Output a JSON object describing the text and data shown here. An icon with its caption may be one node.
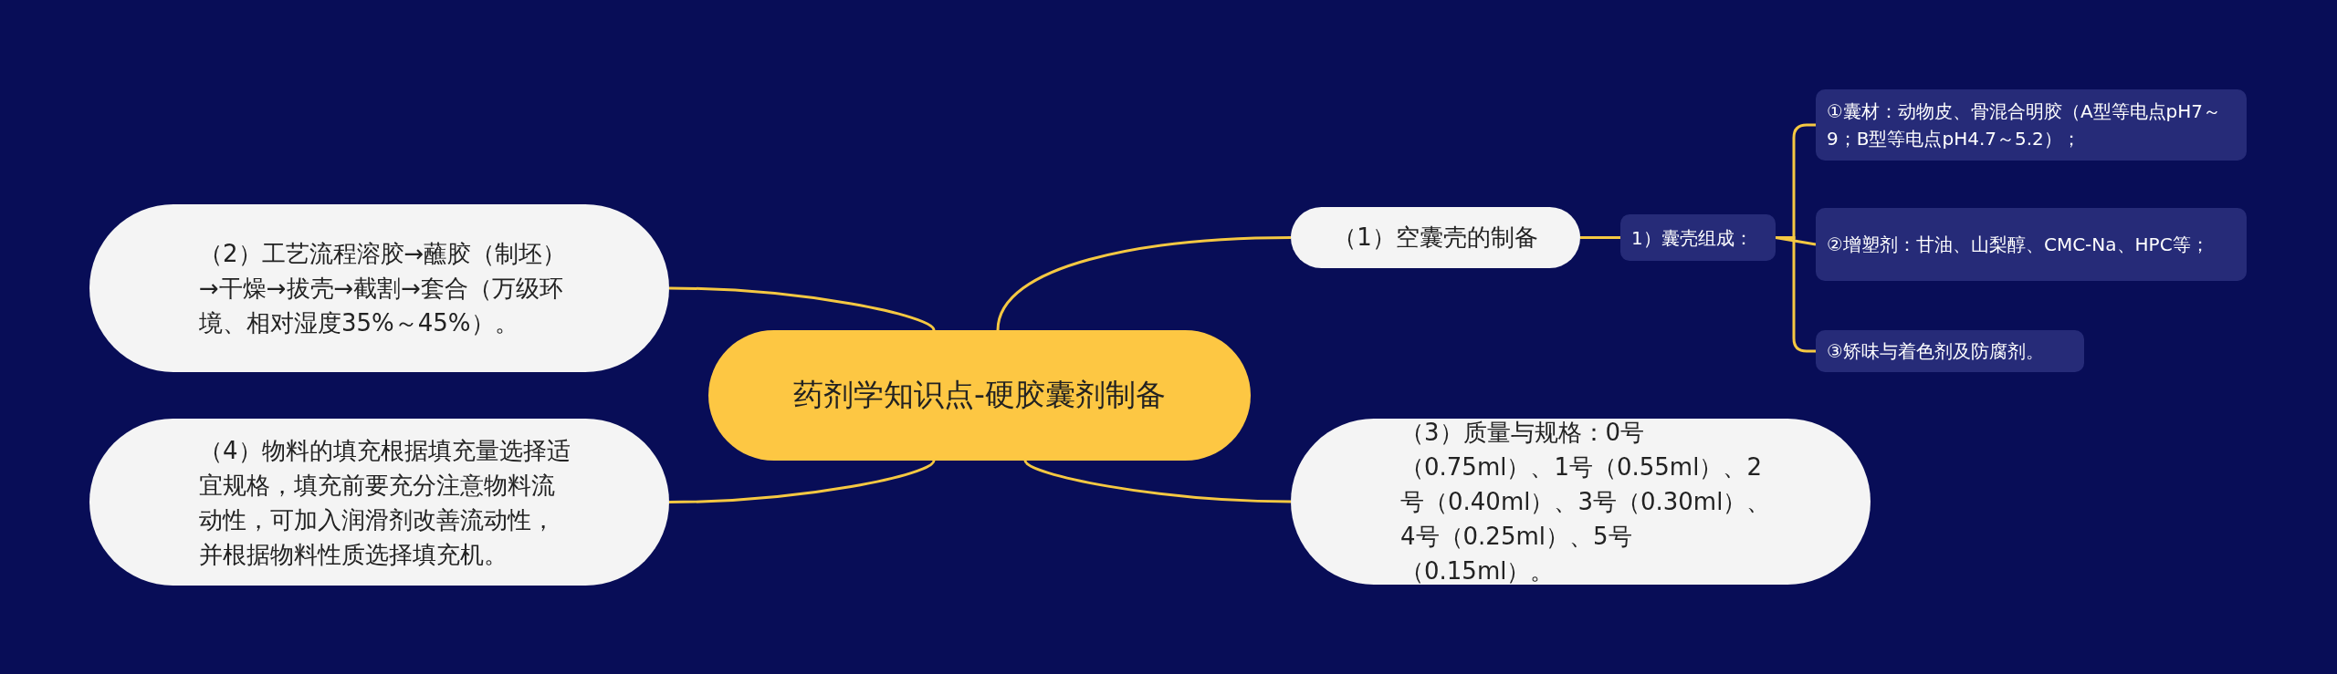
{
  "diagram": {
    "nodes": [
      {
        "text": [
          "药剂学知识点-硬胶囊剂制备"
        ]
      },
      {
        "text": [
          "（1）空囊壳的制备"
        ]
      },
      {
        "text": [
          "1）囊壳组成："
        ]
      },
      {
        "text": [
          "①囊材：动物皮、骨混合明胶（A型等电点pH7～9；B型等电点pH4.7～5.2）；"
        ]
      },
      {
        "text": [
          "②增塑剂：甘油、山梨醇、CMC-Na、HPC等；"
        ]
      },
      {
        "text": [
          "③矫味与着色剂及防腐剂。"
        ]
      },
      {
        "text": [
          "（2）工艺流程溶胶→蘸胶（制坯）→干燥→拔壳→截割→套合（万级环境、相对湿度35%～45%）。"
        ]
      },
      {
        "text": [
          "（3）质量与规格：0号（0.75ml）、1号（0.55ml）、2号（0.40ml）、3号（0.30ml）、4号（0.25ml）、5号（0.15ml）。"
        ]
      },
      {
        "text": [
          "（4）物料的填充根据填充量选择适宜规格，填充前要充分注意物料流动性，可加入润滑剂改善流动性，并根据物料性质选择填充机。"
        ]
      }
    ],
    "edges": [
      {
        "from": 0,
        "to": 1,
        "arrow": "none"
      },
      {
        "from": 1,
        "to": 2,
        "arrow": "none"
      },
      {
        "from": 2,
        "to": 3,
        "arrow": "none"
      },
      {
        "from": 2,
        "to": 4,
        "arrow": "none"
      },
      {
        "from": 2,
        "to": 5,
        "arrow": "none"
      },
      {
        "from": 0,
        "to": 6,
        "arrow": "none"
      },
      {
        "from": 0,
        "to": 7,
        "arrow": "none"
      },
      {
        "from": 0,
        "to": 8,
        "arrow": "none"
      }
    ]
  }
}
